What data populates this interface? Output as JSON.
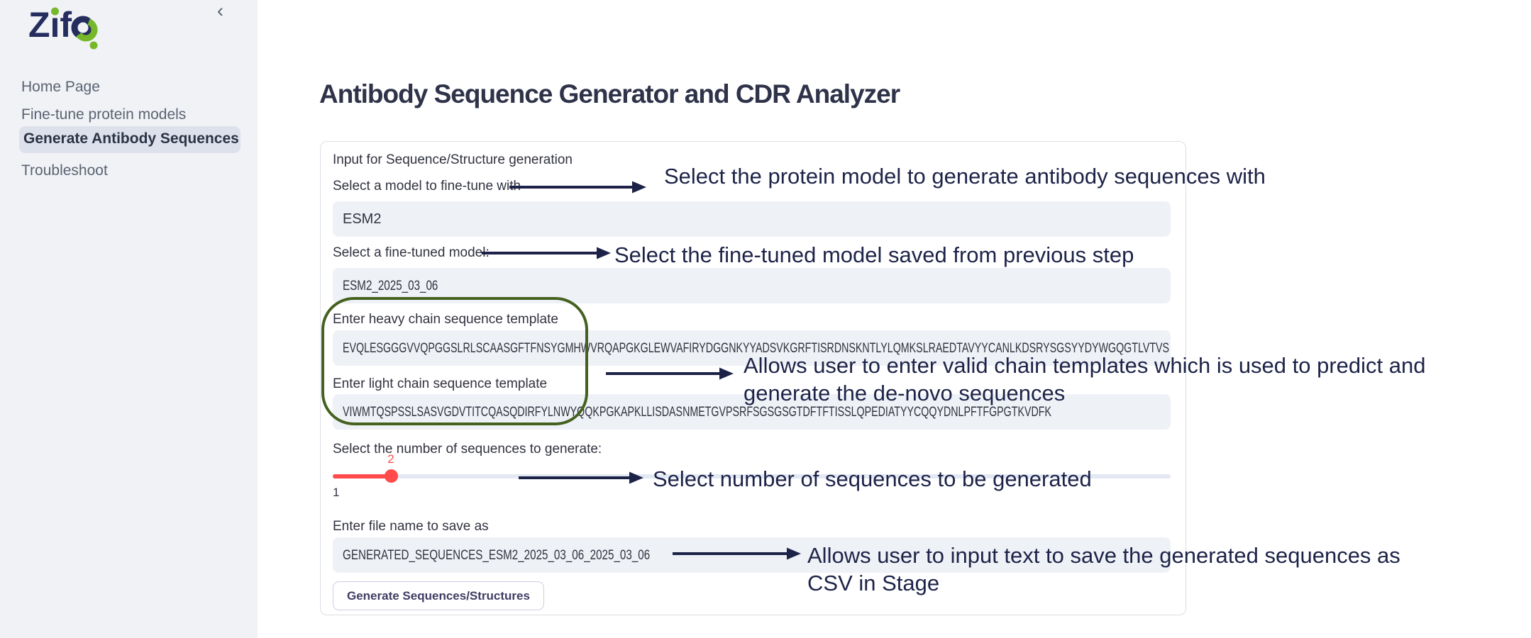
{
  "sidebar": {
    "logo_text": "Zifo",
    "collapse_chevron": "‹",
    "items": [
      {
        "label": "Home Page",
        "selected": false
      },
      {
        "label": "Fine-tune protein models",
        "selected": false
      },
      {
        "label": "Generate Antibody Sequences",
        "selected": true
      },
      {
        "label": "Troubleshoot",
        "selected": false
      }
    ]
  },
  "main": {
    "title": "Antibody Sequence Generator and CDR Analyzer",
    "form": {
      "heading": "Input for Sequence/Structure generation",
      "model_select": {
        "label": "Select a model to fine-tune with",
        "value": "ESM2"
      },
      "finetuned_select": {
        "label": "Select a fine-tuned model:",
        "value": "ESM2_2025_03_06"
      },
      "heavy_chain": {
        "label": "Enter heavy chain sequence template",
        "value": "EVQLESGGGVVQPGGSLRLSCAASGFTFNSYGMHWVRQAPGKGLEWVAFIRYDGGNKYYADSVKGRFTISRDNSKNTLYLQMKSLRAEDTAVYYCANLKDSRYSGSYYDYWGQGTLVTVS"
      },
      "light_chain": {
        "label": "Enter light chain sequence template",
        "value": "VIWMTQSPSSLSASVGDVTITCQASQDIRFYLNWYQQKPGKAPKLLISDASNMETGVPSRFSGSGSGTDFTFTISSLQPEDIATYYCQQYDNLPFTFGPGTKVDFK"
      },
      "sequence_slider": {
        "label": "Select the number of sequences to generate:",
        "value": "2",
        "min": "1"
      },
      "filename_input": {
        "label": "Enter file name to save as",
        "value": "GENERATED_SEQUENCES_ESM2_2025_03_06_2025_03_06"
      },
      "submit_label": "Generate Sequences/Structures"
    }
  },
  "annotations": {
    "model": "Select the protein model to generate antibody sequences with",
    "finetuned": "Select the fine-tuned model saved from previous step",
    "chains_line1": "Allows user to enter valid chain templates which is used to predict and",
    "chains_line2": "generate the de-novo sequences",
    "slider": "Select number of sequences to be generated",
    "filename_line1": "Allows user to input text to save the generated sequences as",
    "filename_line2": "CSV in Stage"
  },
  "colors": {
    "accent_red": "#ff4b4b",
    "annotation_navy": "#1d2348",
    "annotation_green": "#44611f",
    "brand_navy": "#252d5e",
    "brand_green": "#76b82a",
    "sidebar_bg": "#f0f2f6",
    "input_bg": "#eef1f6"
  }
}
